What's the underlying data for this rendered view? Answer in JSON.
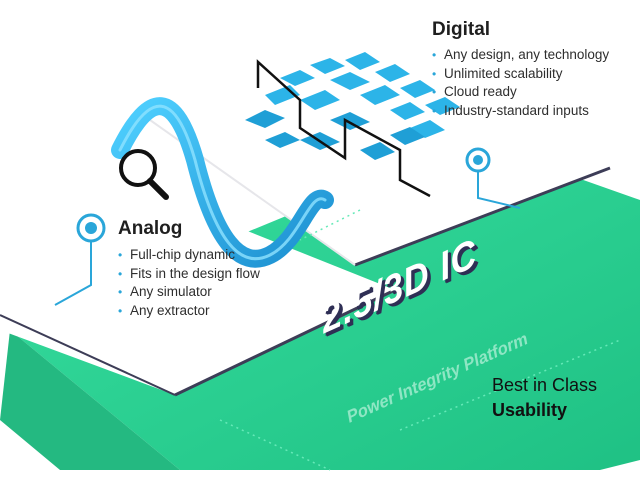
{
  "digital": {
    "heading": "Digital",
    "items": [
      "Any design, any technology",
      "Unlimited scalability",
      "Cloud ready",
      "Industry-standard inputs"
    ]
  },
  "analog": {
    "heading": "Analog",
    "items": [
      "Full-chip dynamic",
      "Fits in the design flow",
      "Any simulator",
      "Any extractor"
    ]
  },
  "platform": {
    "title": "2.5/3D IC",
    "subtitle": "Power Integrity Platform"
  },
  "tagline": {
    "line1": "Best in Class",
    "line2": "Usability"
  },
  "bullet": "•",
  "colors": {
    "green_platform": "#2fd394",
    "plate": "#ffffff",
    "plate_edge": "#3d3d57",
    "accent_blue": "#2aa6d9",
    "wave_blue": "#2cb4e8"
  },
  "icons": [
    "magnifier-icon",
    "location-pin-icon"
  ]
}
